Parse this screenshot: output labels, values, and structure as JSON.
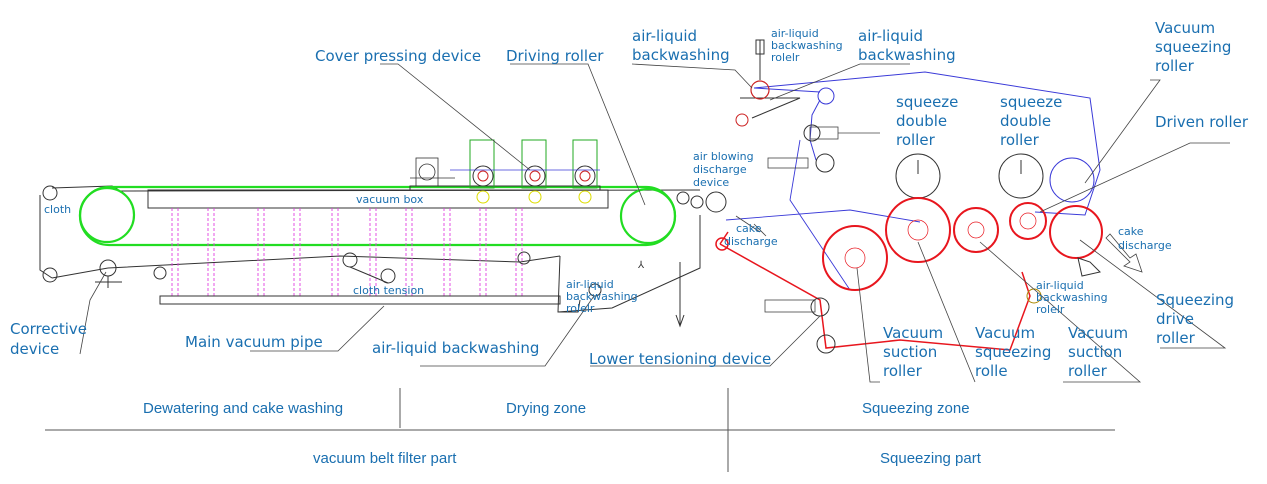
{
  "labels": {
    "cover_pressing_device": "Cover pressing device",
    "driving_roller": "Driving roller",
    "air_liquid_backwashing_top_left": [
      "air-liquid",
      "backwashing"
    ],
    "air_liquid_backwashing_rolelr_top": [
      "air-liquid",
      "backwashing",
      "rolelr"
    ],
    "air_liquid_backwashing_top_right": [
      "air-liquid",
      "backwashing"
    ],
    "vacuum_squeezing_roller_top": [
      "Vacuum",
      "squeezing",
      "roller"
    ],
    "squeeze_double_roller_1": [
      "squeeze",
      "double",
      "roller"
    ],
    "squeeze_double_roller_2": [
      "squeeze",
      "double",
      "roller"
    ],
    "driven_roller": "Driven roller",
    "cloth": "cloth",
    "vacuum_box": "vacuum box",
    "air_blowing_discharge_device": [
      "air blowing",
      "discharge",
      "device"
    ],
    "cake_discharge_left": [
      "cake",
      "discharge"
    ],
    "cake_discharge_right": [
      "cake",
      "discharge"
    ],
    "cloth_tension": "cloth tension",
    "air_liquid_backwashing_rolelr_lower": [
      "air-liquid",
      "backwashing",
      "rolelr"
    ],
    "air_liquid_backwashing_rolelr_right": [
      "air-liquid",
      "backwashing",
      "rolelr"
    ],
    "corrective_device": [
      "Corrective",
      "device"
    ],
    "main_vacuum_pipe": "Main vacuum pipe",
    "air_liquid_backwashing_bottom": "air-liquid backwashing",
    "lower_tensioning_device": "Lower tensioning device",
    "vacuum_suction_roller_1": [
      "Vacuum",
      "suction",
      "roller"
    ],
    "vacuum_squeezing_rolle": [
      "Vacuum",
      "squeezing",
      "rolle"
    ],
    "vacuum_suction_roller_2": [
      "Vacuum",
      "suction",
      "roller"
    ],
    "squeezing_drive_roller": [
      "Squeezing",
      "drive",
      "roller"
    ]
  },
  "zones": {
    "dewatering": "Dewatering and cake washing",
    "drying": "Drying zone",
    "squeezing_zone": "Squeezing zone",
    "vacuum_belt_filter_part": "vacuum belt filter part",
    "squeezing_part": "Squeezing part"
  },
  "colors": {
    "label": "#1a6fb0",
    "vacuum_belt": "#22dd22",
    "squeeze_belt_red": "#e8161e",
    "upper_belt_blue": "#3a3ad8",
    "vacuum_pipes": "#e040e0",
    "line": "#333333"
  }
}
